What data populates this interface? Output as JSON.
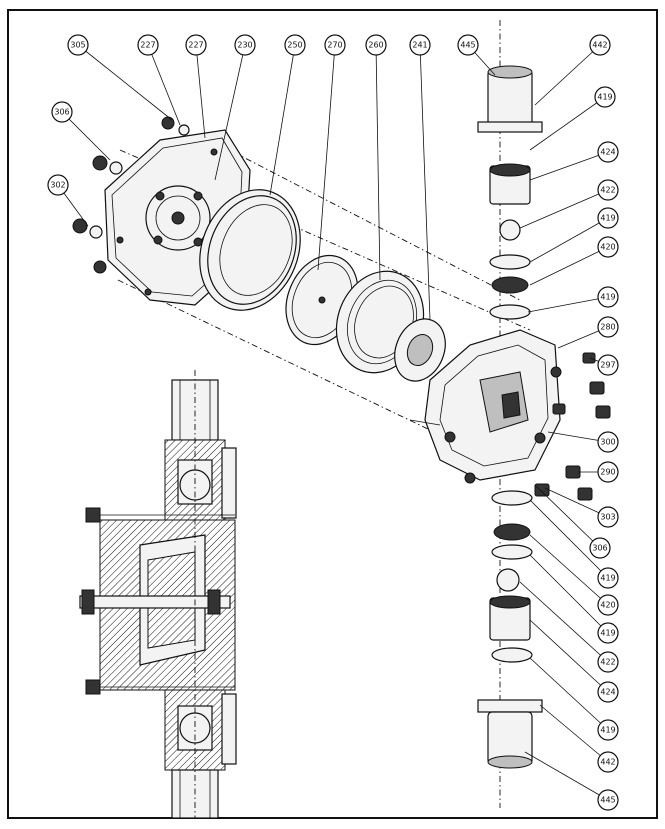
{
  "callouts": [
    {
      "id": "c305",
      "label": "305"
    },
    {
      "id": "c306",
      "label": "306"
    },
    {
      "id": "c302",
      "label": "302"
    },
    {
      "id": "c227a",
      "label": "227"
    },
    {
      "id": "c227b",
      "label": "227"
    },
    {
      "id": "c230",
      "label": "230"
    },
    {
      "id": "c250",
      "label": "250"
    },
    {
      "id": "c270",
      "label": "270"
    },
    {
      "id": "c260",
      "label": "260"
    },
    {
      "id": "c241",
      "label": "241"
    },
    {
      "id": "c445top",
      "label": "445"
    },
    {
      "id": "c442top",
      "label": "442"
    },
    {
      "id": "c419a",
      "label": "419"
    },
    {
      "id": "c424top",
      "label": "424"
    },
    {
      "id": "c422top",
      "label": "422"
    },
    {
      "id": "c419b",
      "label": "419"
    },
    {
      "id": "c420top",
      "label": "420"
    },
    {
      "id": "c419c",
      "label": "419"
    },
    {
      "id": "c280",
      "label": "280"
    },
    {
      "id": "c297",
      "label": "297"
    },
    {
      "id": "c300",
      "label": "300"
    },
    {
      "id": "c290",
      "label": "290"
    },
    {
      "id": "c303",
      "label": "303"
    },
    {
      "id": "c306b",
      "label": "306"
    },
    {
      "id": "c419d",
      "label": "419"
    },
    {
      "id": "c420bot",
      "label": "420"
    },
    {
      "id": "c419e",
      "label": "419"
    },
    {
      "id": "c422bot",
      "label": "422"
    },
    {
      "id": "c424bot",
      "label": "424"
    },
    {
      "id": "c419f",
      "label": "419"
    },
    {
      "id": "c442bot",
      "label": "442"
    },
    {
      "id": "c445bot",
      "label": "445"
    }
  ]
}
